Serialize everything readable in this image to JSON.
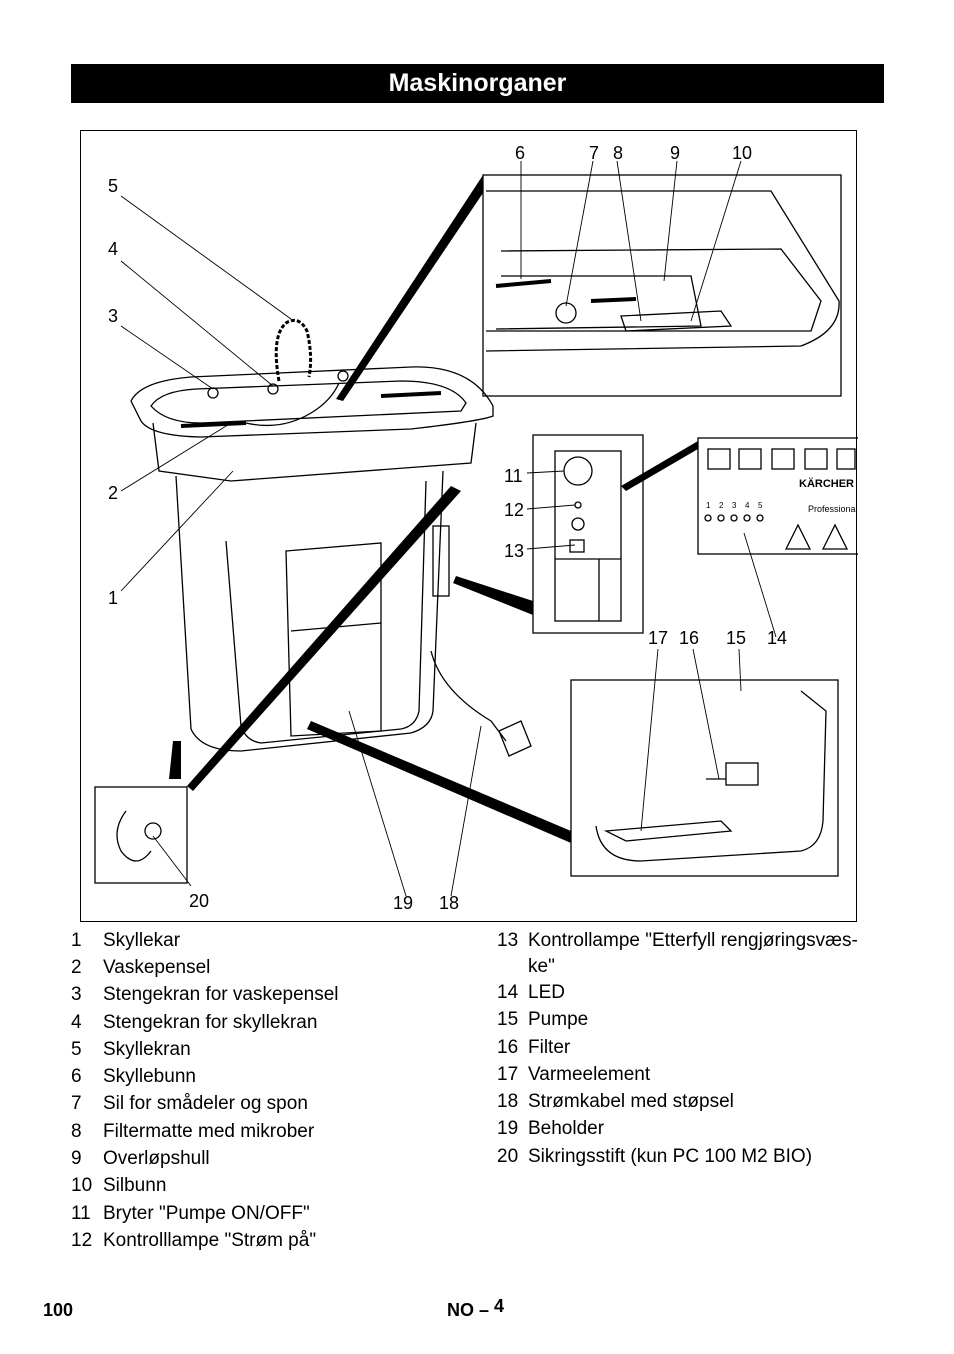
{
  "title": "Maskinorganer",
  "callouts": [
    "1",
    "2",
    "3",
    "4",
    "5",
    "6",
    "7",
    "8",
    "9",
    "10",
    "11",
    "12",
    "13",
    "14",
    "15",
    "16",
    "17",
    "18",
    "19",
    "20"
  ],
  "panel_labels": {
    "brand": "KÄRCHER",
    "professional": "Professional",
    "led_numbers": [
      "1",
      "2",
      "3",
      "4",
      "5"
    ]
  },
  "legend_left": [
    {
      "num": "1",
      "text": "Skyllekar"
    },
    {
      "num": "2",
      "text": "Vaskepensel"
    },
    {
      "num": "3",
      "text": "Stengekran for vaskepensel"
    },
    {
      "num": "4",
      "text": "Stengekran for skyllekran"
    },
    {
      "num": "5",
      "text": "Skyllekran"
    },
    {
      "num": "6",
      "text": "Skyllebunn"
    },
    {
      "num": "7",
      "text": "Sil for smådeler og spon"
    },
    {
      "num": "8",
      "text": "Filtermatte med mikrober"
    },
    {
      "num": "9",
      "text": "Overløpshull"
    },
    {
      "num": "10",
      "text": "Silbunn"
    },
    {
      "num": "11",
      "text": "Bryter \"Pumpe ON/OFF\""
    },
    {
      "num": "12",
      "text": "Kontrolllampe \"Strøm på\""
    }
  ],
  "legend_right": [
    {
      "num": "13",
      "text": "Kontrollampe \"Etterfyll rengjøringsvæs-",
      "text2": "ke\""
    },
    {
      "num": "14",
      "text": "LED"
    },
    {
      "num": "15",
      "text": "Pumpe"
    },
    {
      "num": "16",
      "text": "Filter"
    },
    {
      "num": "17",
      "text": "Varmeelement"
    },
    {
      "num": "18",
      "text": "Strømkabel med støpsel"
    },
    {
      "num": "19",
      "text": "Beholder"
    },
    {
      "num": "20",
      "text": "Sikringsstift (kun PC 100 M2 BIO)"
    }
  ],
  "footer": {
    "page_number": "100",
    "lang": "NO",
    "dash": "–",
    "sub_page": "4"
  }
}
